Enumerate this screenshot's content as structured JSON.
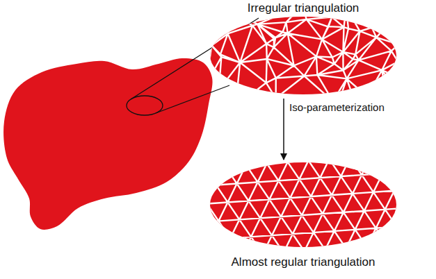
{
  "diagram": {
    "nodes": [
      {
        "text": [
          "Irregular triangulation"
        ]
      },
      {
        "text": [
          "Almost regular triangulation"
        ]
      }
    ],
    "edges": [
      {
        "from": 0,
        "to": 1,
        "arrow": "to",
        "label": "Iso-parameterization"
      }
    ]
  }
}
